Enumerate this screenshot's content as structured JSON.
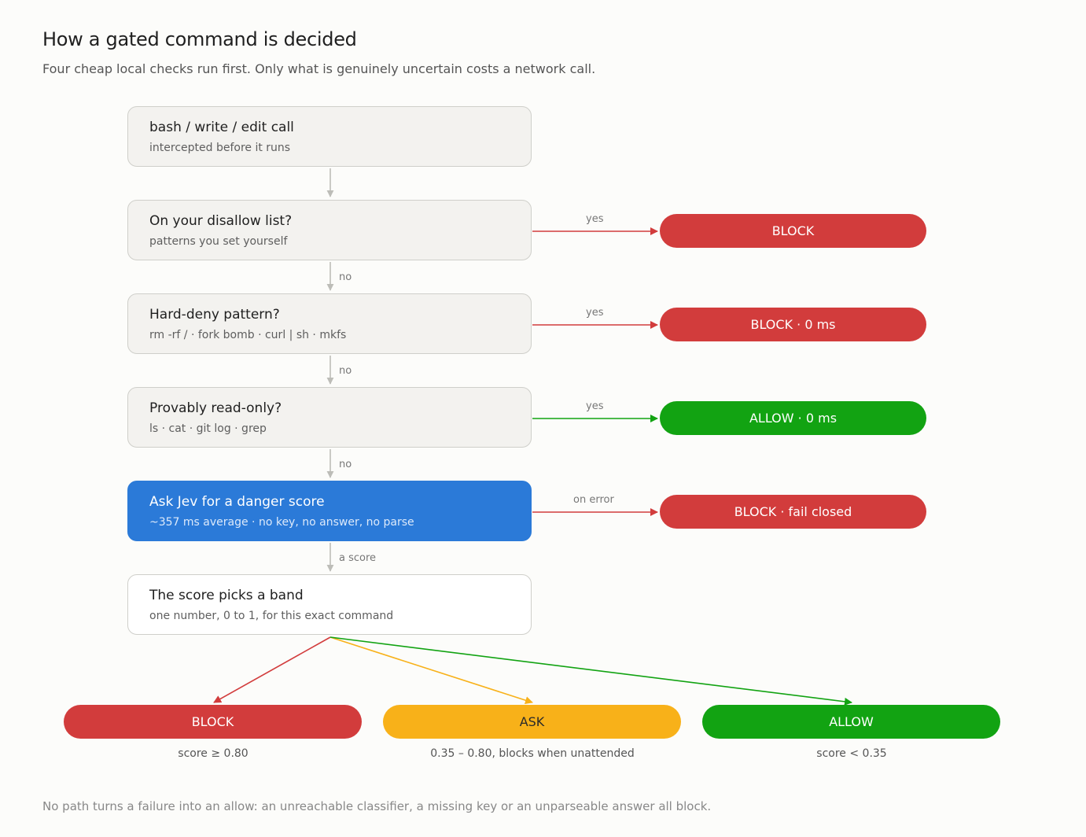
{
  "title": "How a gated command is decided",
  "subtitle": "Four cheap local checks run first. Only what is genuinely uncertain costs a network call.",
  "colors": {
    "block": "#d23c3c",
    "allow": "#12a312",
    "ask": "#f8b119",
    "accent": "#2b7ad8",
    "connector": "#bdbdb8"
  },
  "steps": [
    {
      "title": "bash / write / edit call",
      "subtitle": "intercepted before it runs"
    },
    {
      "title": "On your disallow list?",
      "subtitle": "patterns you set yourself"
    },
    {
      "title": "Hard-deny pattern?",
      "subtitle": "rm -rf / · fork bomb · curl | sh · mkfs"
    },
    {
      "title": "Provably read-only?",
      "subtitle": "ls · cat · git log · grep"
    },
    {
      "title": "Ask Jev for a danger score",
      "subtitle": "~357 ms average · no key, no answer, no parse"
    },
    {
      "title": "The score picks a band",
      "subtitle": "one number, 0 to 1, for this exact command"
    }
  ],
  "down_labels": [
    "no",
    "no",
    "no",
    "a score"
  ],
  "outcomes": [
    {
      "edge_label": "yes",
      "label": "BLOCK"
    },
    {
      "edge_label": "yes",
      "label": "BLOCK · 0 ms"
    },
    {
      "edge_label": "yes",
      "label": "ALLOW · 0 ms"
    },
    {
      "edge_label": "on error",
      "label": "BLOCK · fail closed"
    }
  ],
  "bands": [
    {
      "label": "BLOCK",
      "caption": "score ≥ 0.80"
    },
    {
      "label": "ASK",
      "caption": "0.35 – 0.80, blocks when unattended"
    },
    {
      "label": "ALLOW",
      "caption": "score < 0.35"
    }
  ],
  "footnote": "No path turns a failure into an allow: an unreachable classifier, a missing key or an unparseable answer all block."
}
